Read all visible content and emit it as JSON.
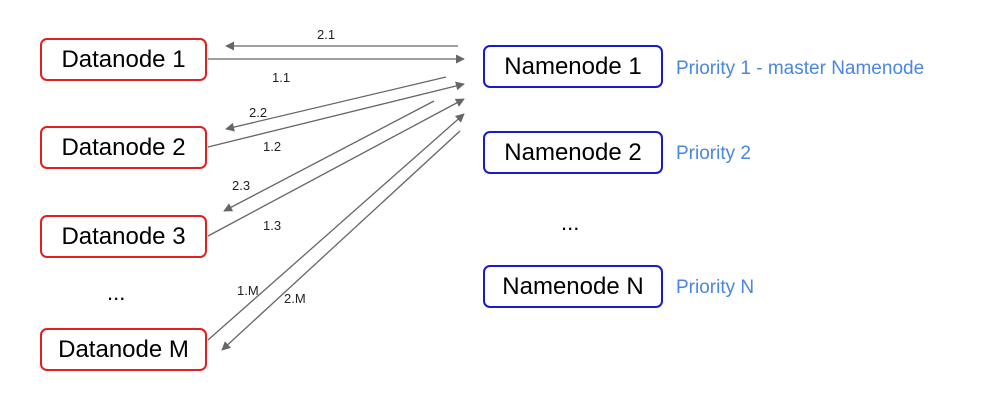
{
  "colors": {
    "datanode_border": "#e02020",
    "namenode_border": "#1a1acc",
    "priority_text": "#4a86e0",
    "arrow": "#666666"
  },
  "datanodes": [
    {
      "label": "Datanode 1"
    },
    {
      "label": "Datanode 2"
    },
    {
      "label": "Datanode 3"
    },
    {
      "label": "Datanode M"
    }
  ],
  "datanode_ellipsis": "...",
  "namenodes": [
    {
      "label": "Namenode 1",
      "priority": "Priority 1 - master Namenode"
    },
    {
      "label": "Namenode 2",
      "priority": "Priority 2"
    },
    {
      "label": "Namenode N",
      "priority": "Priority N"
    }
  ],
  "namenode_ellipsis": "...",
  "edges": [
    {
      "label": "2.1",
      "direction": "to-datanode",
      "datanode": "Datanode 1"
    },
    {
      "label": "1.1",
      "direction": "to-namenode",
      "datanode": "Datanode 1"
    },
    {
      "label": "2.2",
      "direction": "to-datanode",
      "datanode": "Datanode 2"
    },
    {
      "label": "1.2",
      "direction": "to-namenode",
      "datanode": "Datanode 2"
    },
    {
      "label": "2.3",
      "direction": "to-datanode",
      "datanode": "Datanode 3"
    },
    {
      "label": "1.3",
      "direction": "to-namenode",
      "datanode": "Datanode 3"
    },
    {
      "label": "1.M",
      "direction": "to-namenode",
      "datanode": "Datanode M"
    },
    {
      "label": "2.M",
      "direction": "to-datanode",
      "datanode": "Datanode M"
    }
  ]
}
